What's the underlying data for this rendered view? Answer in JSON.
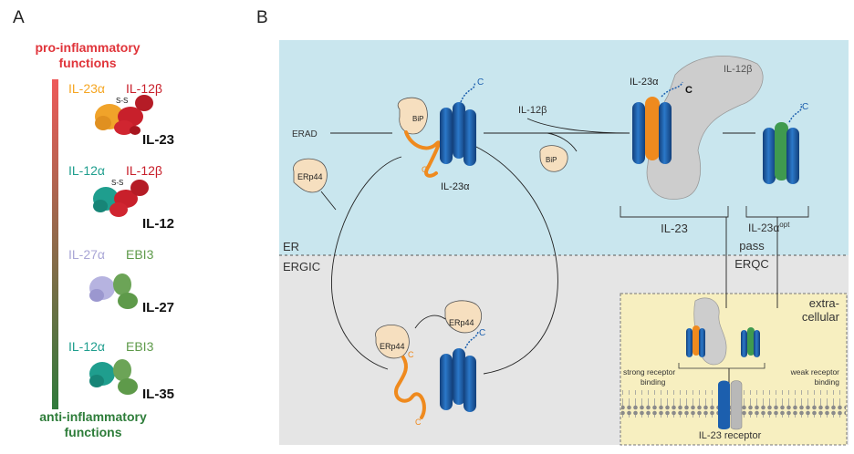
{
  "panel_a": {
    "letter": "A",
    "top_label_line1": "pro-inflammatory",
    "top_label_line2": "functions",
    "bottom_label_line1": "anti-inflammatory",
    "bottom_label_line2": "functions",
    "colors": {
      "pro": "#e0343a",
      "anti": "#2e7d3a",
      "il23a": "#f5a623",
      "il12b": "#c8202b",
      "il12a": "#1f9e8e",
      "il27a": "#a9a6d6",
      "ebi3": "#5e9a4a"
    },
    "cytokines": [
      {
        "left": "IL-23α",
        "right": "IL-12β",
        "bond": "S-S",
        "name": "IL-23"
      },
      {
        "left": "IL-12α",
        "right": "IL-12β",
        "bond": "S-S",
        "name": "IL-12"
      },
      {
        "left": "IL-27α",
        "right": "EBI3",
        "bond": "",
        "name": "IL-27"
      },
      {
        "left": "IL-12α",
        "right": "EBI3",
        "bond": "",
        "name": "IL-35"
      }
    ]
  },
  "panel_b": {
    "letter": "B",
    "er": "ER",
    "ergic": "ERGIC",
    "erad": "ERAD",
    "erp44": "ERp44",
    "bip": "BiP",
    "il23a": "IL-23α",
    "il12b": "IL-12β",
    "c_terminus": "C",
    "il23": "IL-23",
    "il23a_opt": "IL-23α",
    "opt_sup": "opt",
    "pass_line1": "pass",
    "pass_line2": "ERQC",
    "extracellular_line1": "extra-",
    "extracellular_line2": "cellular",
    "strong_line1": "strong receptor",
    "strong_line2": "binding",
    "weak_line1": "weak receptor",
    "weak_line2": "binding",
    "receptor": "IL-23 receptor",
    "colors": {
      "er_bg": "#c9e6ee",
      "ergic_bg": "#e5e5e5",
      "extra_bg": "#f7efc0",
      "helix": "#1c5fae",
      "orange": "#ef8a1e",
      "green": "#3f9a4f",
      "chaperone": "#f6dfbf",
      "grey_protein": "#cdcdcd"
    }
  }
}
